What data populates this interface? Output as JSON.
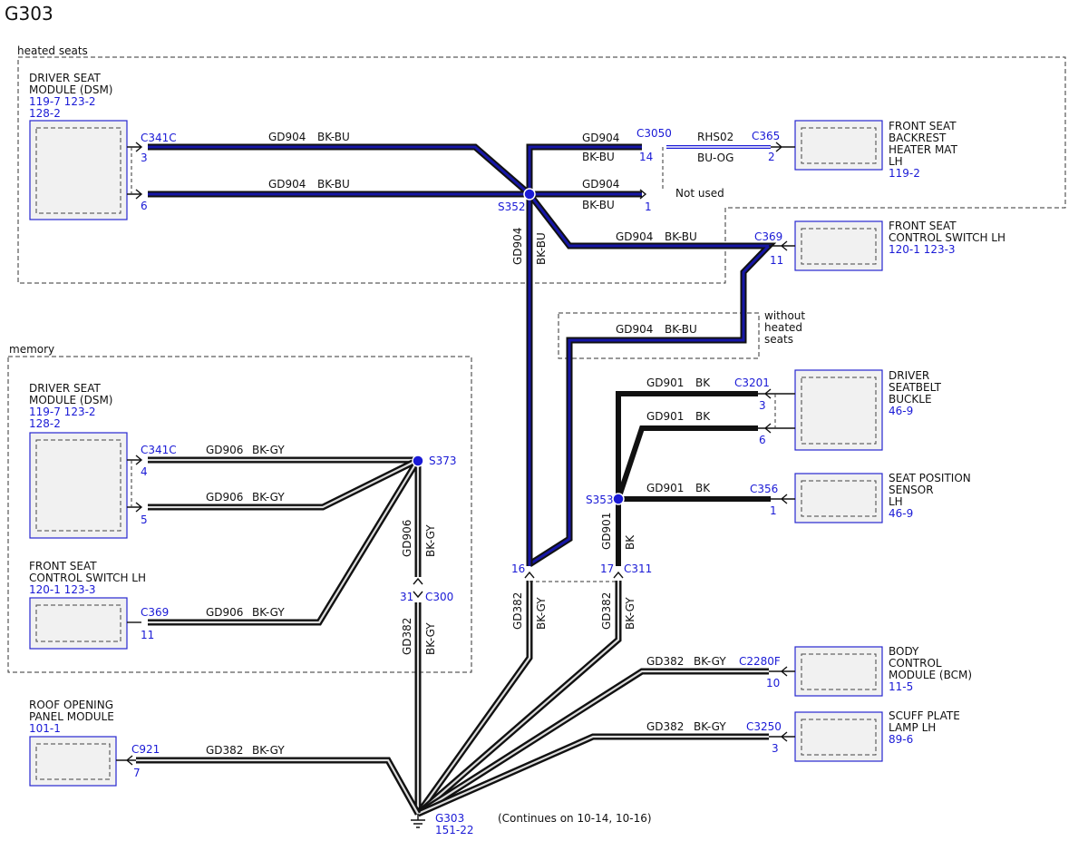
{
  "title": "G303",
  "groups": {
    "heated_seats": "heated seats",
    "memory": "memory",
    "without_heated_seats": [
      "without",
      "heated",
      "seats"
    ]
  },
  "components": {
    "dsm_heated": {
      "name": [
        "DRIVER SEAT",
        "MODULE (DSM)"
      ],
      "refs": [
        "119-7  123-2",
        "128-2"
      ]
    },
    "backrest_mat": {
      "name": [
        "FRONT SEAT",
        "BACKREST",
        "HEATER MAT",
        "LH"
      ],
      "refs": [
        "119-2"
      ]
    },
    "fscs_heated": {
      "name": [
        "FRONT SEAT",
        "CONTROL SWITCH LH"
      ],
      "refs": [
        "120-1  123-3"
      ]
    },
    "dsm_memory": {
      "name": [
        "DRIVER SEAT",
        "MODULE (DSM)"
      ],
      "refs": [
        "119-7  123-2",
        "128-2"
      ]
    },
    "fscs_memory": {
      "name": [
        "FRONT SEAT",
        "CONTROL SWITCH LH"
      ],
      "refs": [
        "120-1  123-3"
      ]
    },
    "seatbelt_buckle": {
      "name": [
        "DRIVER",
        "SEATBELT",
        "BUCKLE"
      ],
      "refs": [
        "46-9"
      ]
    },
    "seat_position_sensor": {
      "name": [
        "SEAT POSITION",
        "SENSOR",
        "LH"
      ],
      "refs": [
        "46-9"
      ]
    },
    "bcm": {
      "name": [
        "BODY",
        "CONTROL",
        "MODULE (BCM)"
      ],
      "refs": [
        "11-5"
      ]
    },
    "scuff_lamp": {
      "name": [
        "SCUFF PLATE",
        "LAMP LH"
      ],
      "refs": [
        "89-6"
      ]
    },
    "roof_module": {
      "name": [
        "ROOF OPENING",
        "PANEL MODULE"
      ],
      "refs": [
        "101-1"
      ]
    }
  },
  "connectors": {
    "c341c_heated": {
      "name": "C341C",
      "pins": [
        "3",
        "6"
      ]
    },
    "c3050": {
      "name": "C3050",
      "pins": [
        "14",
        "1"
      ]
    },
    "c365": {
      "name": "C365",
      "pins": [
        "2"
      ]
    },
    "c369_heated": {
      "name": "C369",
      "pins": [
        "11"
      ]
    },
    "c341c_memory": {
      "name": "C341C",
      "pins": [
        "4",
        "5"
      ]
    },
    "c369_memory": {
      "name": "C369",
      "pins": [
        "11"
      ]
    },
    "c3201": {
      "name": "C3201",
      "pins": [
        "3",
        "6"
      ]
    },
    "c356": {
      "name": "C356",
      "pins": [
        "1"
      ]
    },
    "c311": {
      "name": "C311",
      "pins": [
        "16",
        "17"
      ]
    },
    "c300": {
      "name": "C300",
      "pins": [
        "31"
      ]
    },
    "c2280f": {
      "name": "C2280F",
      "pins": [
        "10"
      ]
    },
    "c3250": {
      "name": "C3250",
      "pins": [
        "3"
      ]
    },
    "c921": {
      "name": "C921",
      "pins": [
        "7"
      ]
    }
  },
  "splices": {
    "s352": "S352",
    "s373": "S373",
    "s353": "S353"
  },
  "ground": {
    "name": "G303",
    "ref": "151-22"
  },
  "wires": {
    "gd904": "GD904",
    "bk_bu": "BK-BU",
    "rhs02": "RHS02",
    "bu_og": "BU-OG",
    "gd906": "GD906",
    "bk_gy": "BK-GY",
    "gd901": "GD901",
    "bk": "BK",
    "gd382": "GD382"
  },
  "notes": {
    "not_used": "Not used",
    "continues": "(Continues on 10-14, 10-16)"
  },
  "colors": {
    "ref_blue": "#1a1ad6",
    "wire_blue": "#1616a6",
    "wire_black": "#111111",
    "box_fill": "#f1f1f1"
  }
}
